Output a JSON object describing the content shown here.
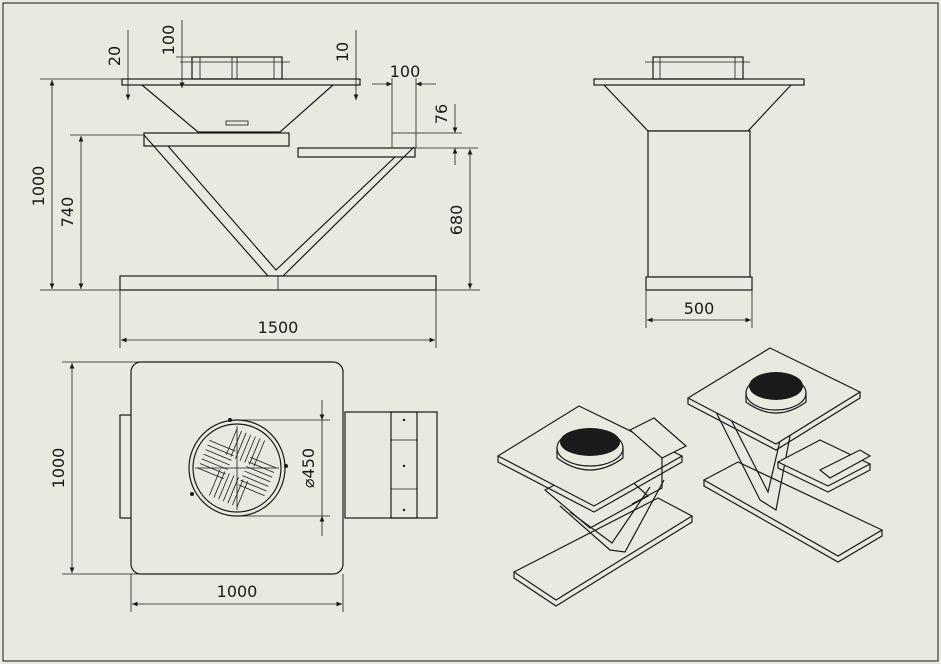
{
  "dimensions": {
    "front_total_height": "1000",
    "front_base_height": "740",
    "side_table_height": "680",
    "top_rim": "20",
    "grill_ring_height": "100",
    "rim_thickness": "10",
    "side_table_width": "100",
    "side_table_depth": "76",
    "base_length": "1500",
    "side_width": "500",
    "top_plate_depth": "1000",
    "top_plate_width": "1000",
    "grill_diameter": "⌀450"
  },
  "colors": {
    "background": "#e9e9e0",
    "line": "#1a1a1a"
  }
}
